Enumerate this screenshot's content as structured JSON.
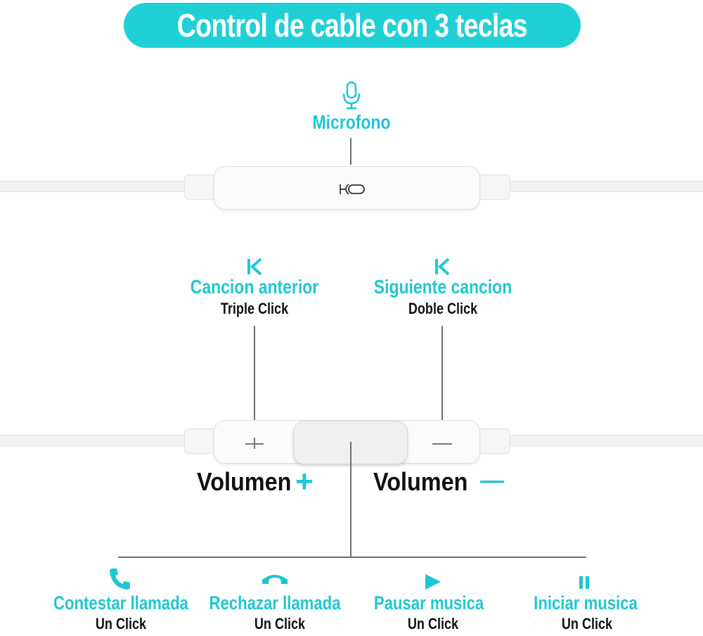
{
  "title": "Control de cable con 3 teclas",
  "colors": {
    "accent": "#1fd0d6",
    "text": "#111111",
    "background": "#ffffff"
  },
  "microphone": {
    "icon": "microphone-icon",
    "label": "Microfono"
  },
  "prev_song": {
    "icon": "previous-track-icon",
    "label": "Cancion anterior",
    "action": "Triple Click"
  },
  "next_song": {
    "icon": "next-track-icon",
    "label": "Siguiente cancion",
    "action": "Doble Click"
  },
  "volume_up": {
    "label": "Volumen",
    "symbol": "+"
  },
  "volume_down": {
    "label": "Volumen",
    "symbol": "—"
  },
  "functions": [
    {
      "icon": "phone-icon",
      "label": "Contestar llamada",
      "action": "Un Click"
    },
    {
      "icon": "hang-up-icon",
      "label": "Rechazar llamada",
      "action": "Un Click"
    },
    {
      "icon": "play-icon",
      "label": "Pausar musica",
      "action": "Un Click"
    },
    {
      "icon": "pause-icon",
      "label": "Iniciar musica",
      "action": "Un Click"
    }
  ]
}
